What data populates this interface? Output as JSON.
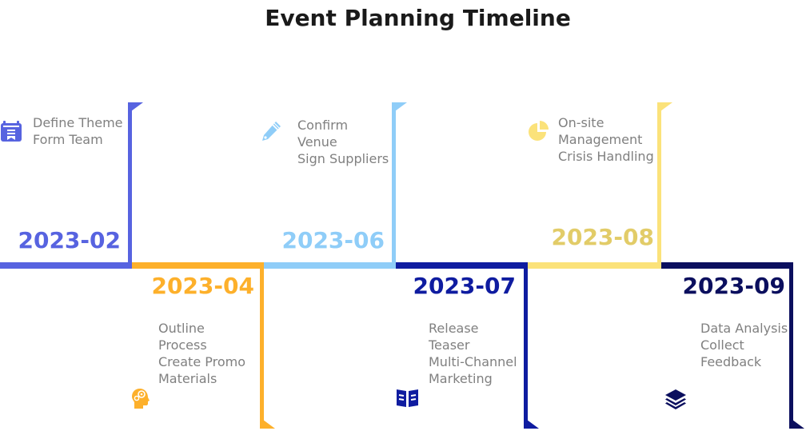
{
  "title": "Event Planning Timeline",
  "colors": {
    "blue": "#5763E0",
    "orange": "#FDB02B",
    "light_blue": "#8FCDF8",
    "dark_blue": "#0F1CA0",
    "yellow": "#FBE27A",
    "yellow_text": "#E2CC68",
    "navy": "#0B0F5E",
    "desc_text": "#808080"
  },
  "events": [
    {
      "date": "2023-02",
      "position": "top",
      "icon": "calendar-icon",
      "lines": [
        "Define Theme",
        "Form Team"
      ]
    },
    {
      "date": "2023-04",
      "position": "bottom",
      "icon": "head-gears-icon",
      "lines": [
        "Outline",
        "Process",
        "Create Promo",
        "Materials"
      ]
    },
    {
      "date": "2023-06",
      "position": "top",
      "icon": "pencil-icon",
      "lines": [
        "Confirm",
        "Venue",
        "Sign Suppliers"
      ]
    },
    {
      "date": "2023-07",
      "position": "bottom",
      "icon": "open-book-icon",
      "lines": [
        "Release",
        "Teaser",
        "Multi-Channel",
        "Marketing"
      ]
    },
    {
      "date": "2023-08",
      "position": "top",
      "icon": "pie-chart-icon",
      "lines": [
        "On-site",
        "Management",
        "Crisis Handling"
      ]
    },
    {
      "date": "2023-09",
      "position": "bottom",
      "icon": "layers-icon",
      "lines": [
        "Data Analysis",
        "Collect",
        "Feedback"
      ]
    }
  ]
}
